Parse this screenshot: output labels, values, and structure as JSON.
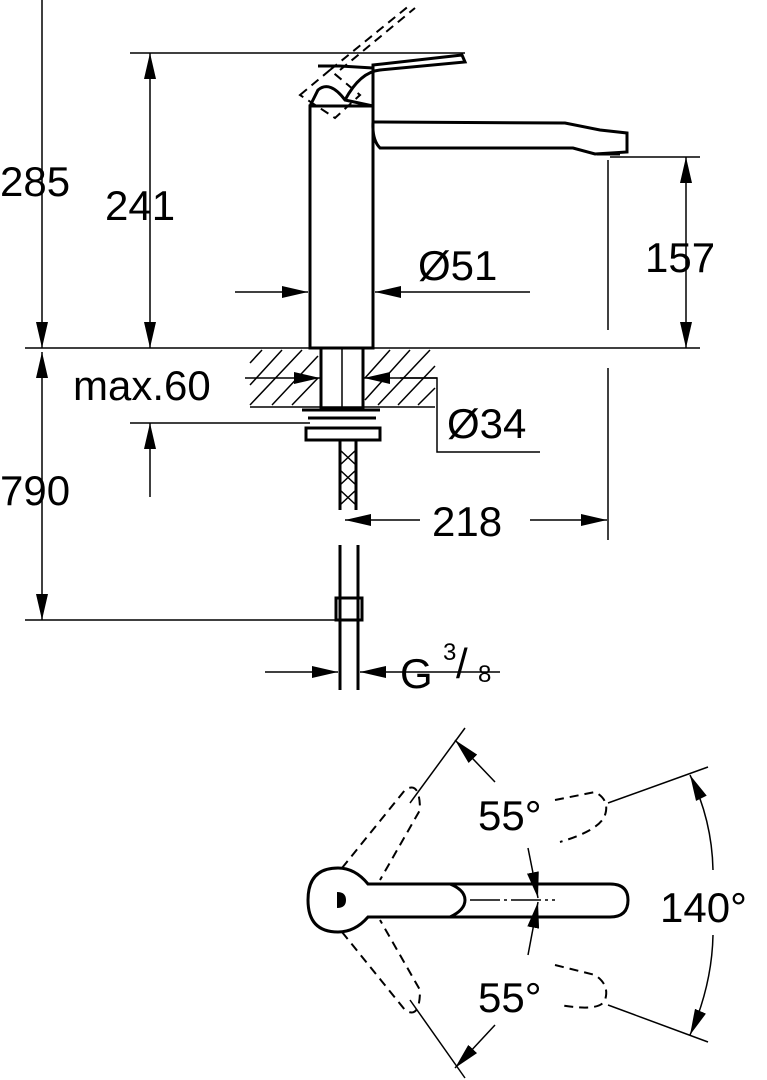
{
  "dimensions": {
    "total_height": "285",
    "body_height": "241",
    "spout_height": "157",
    "body_diameter": "Ø51",
    "max_counter_thickness": "max.60",
    "hole_diameter": "Ø34",
    "hose_length": "790",
    "spout_reach": "218",
    "connection_thread": {
      "prefix": "G",
      "numerator": "3",
      "slash": "/",
      "denominator": "8"
    }
  },
  "angles": {
    "upper": "55°",
    "lower": "55°",
    "total": "140°"
  },
  "colors": {
    "line": "#000000",
    "background": "#ffffff"
  }
}
